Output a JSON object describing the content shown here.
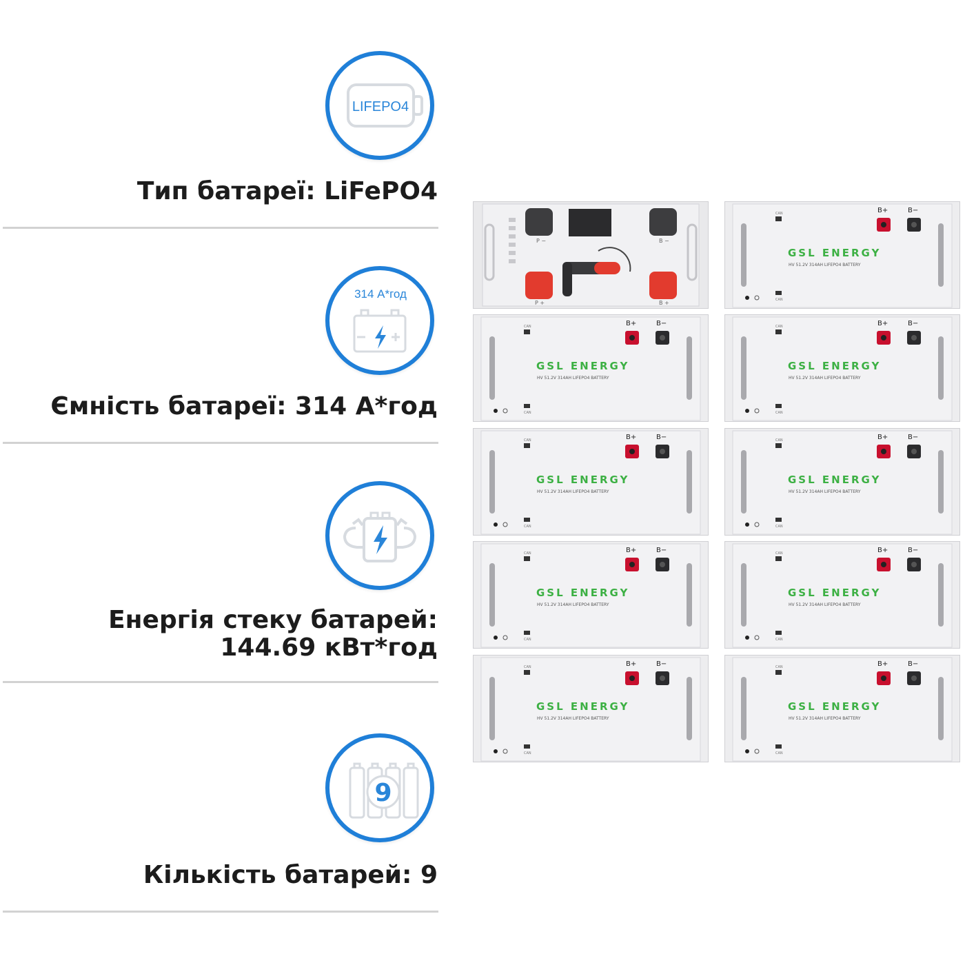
{
  "specs": [
    {
      "icon": "lifepo4-battery-icon",
      "icon_text": "LIFEPO4",
      "label": "Тип батареї: LiFePO4"
    },
    {
      "icon": "capacity-battery-icon",
      "icon_text": "314 А*год",
      "label": "Ємність батареї: 314 А*год"
    },
    {
      "icon": "strong-battery-energy-icon",
      "label_line1": "Енергія стеку батарей:",
      "label_line2": "144.69 кВт*год"
    },
    {
      "icon": "battery-count-icon",
      "icon_text": "9",
      "label": "Кількість батарей: 9"
    }
  ],
  "controller": {
    "terminal_labels": [
      "P −",
      "B −",
      "P +",
      "B +"
    ]
  },
  "battery_module": {
    "brand": "GSL ENERGY",
    "model": "HV 51.2V 314AH LIFEPO4 BATTERY",
    "pos_terminal": "B+",
    "neg_terminal": "B−",
    "port_top": "CAN",
    "port_bottom": "CAN"
  },
  "colors": {
    "accent_blue": "#1f7fd8",
    "brand_green": "#3cb043",
    "terminal_red": "#c8102e"
  }
}
